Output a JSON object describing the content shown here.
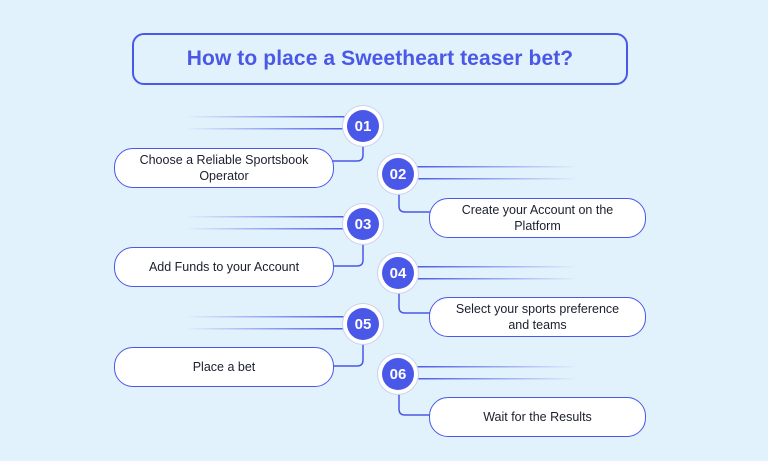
{
  "title": "How to place a Sweetheart teaser bet?",
  "steps": [
    {
      "number": "01",
      "label": "Choose a Reliable Sportsbook Operator"
    },
    {
      "number": "02",
      "label": "Create your Account on the Platform"
    },
    {
      "number": "03",
      "label": "Add Funds to your Account"
    },
    {
      "number": "04",
      "label": "Select your sports preference and teams"
    },
    {
      "number": "05",
      "label": "Place a bet"
    },
    {
      "number": "06",
      "label": "Wait for the Results"
    }
  ],
  "colors": {
    "accent": "#4a58e8",
    "background": "#e2f2fc",
    "box": "#ffffff"
  }
}
